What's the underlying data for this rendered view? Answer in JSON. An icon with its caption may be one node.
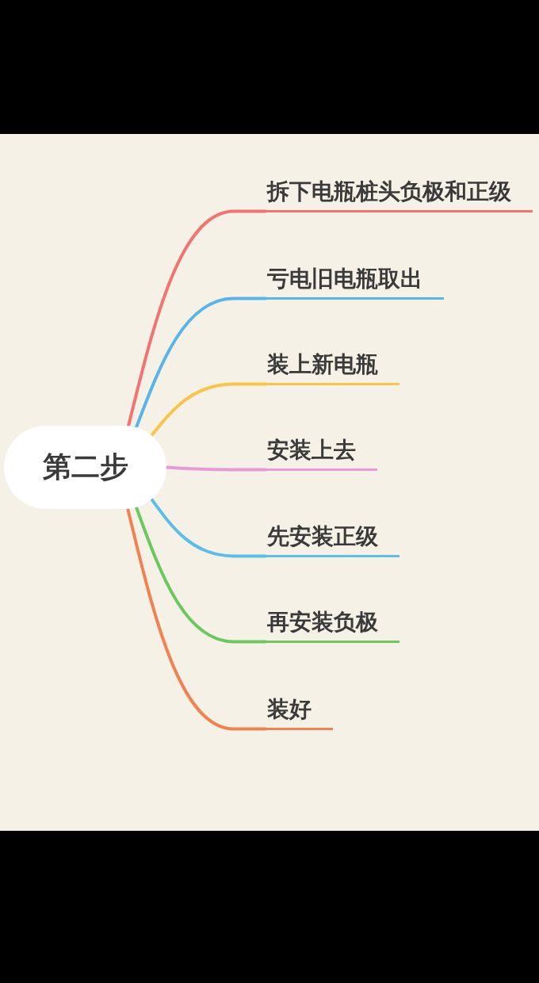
{
  "diagram": {
    "nodes": [
      {
        "text": [
          "第二步"
        ]
      },
      {
        "text": [
          "拆下电瓶桩头负极和正级"
        ]
      },
      {
        "text": [
          "亏电旧电瓶取出"
        ]
      },
      {
        "text": [
          "装上新电瓶"
        ]
      },
      {
        "text": [
          "安装上去"
        ]
      },
      {
        "text": [
          "先安装正级"
        ]
      },
      {
        "text": [
          "再安装负极"
        ]
      },
      {
        "text": [
          "装好"
        ]
      }
    ],
    "edges": [
      {
        "from": 0,
        "to": 1,
        "arrow": "none",
        "color": "#f07472"
      },
      {
        "from": 0,
        "to": 2,
        "arrow": "none",
        "color": "#5ab4e8"
      },
      {
        "from": 0,
        "to": 3,
        "arrow": "none",
        "color": "#f8c44c"
      },
      {
        "from": 0,
        "to": 4,
        "arrow": "none",
        "color": "#e79ad8"
      },
      {
        "from": 0,
        "to": 5,
        "arrow": "none",
        "color": "#5cbde6"
      },
      {
        "from": 0,
        "to": 6,
        "arrow": "none",
        "color": "#6cc85e"
      },
      {
        "from": 0,
        "to": 7,
        "arrow": "none",
        "color": "#f08150"
      }
    ]
  }
}
